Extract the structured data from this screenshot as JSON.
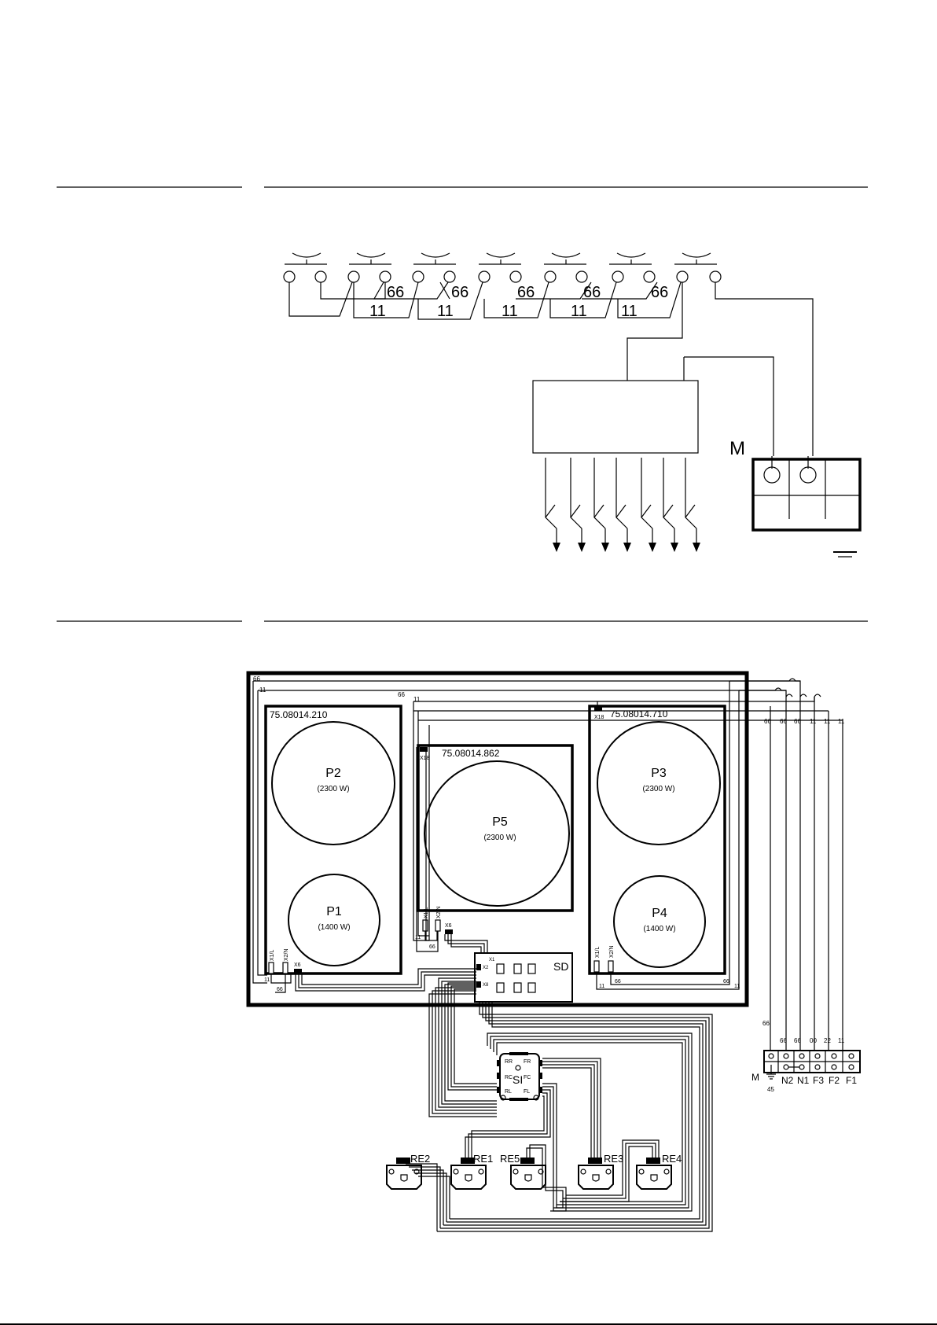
{
  "schematic": {
    "bridge_labels_66": [
      "66",
      "66",
      "66",
      "66",
      "66"
    ],
    "bridge_labels_11": [
      "11",
      "11",
      "11",
      "11",
      "11"
    ],
    "terminal_block_label": "M"
  },
  "wiring": {
    "modules": {
      "left": "75.08014.210",
      "center": "75.08014.862",
      "right": "75.08014.710"
    },
    "zones": {
      "p1": {
        "name": "P1",
        "power": "(1400 W)"
      },
      "p2": {
        "name": "P2",
        "power": "(2300 W)"
      },
      "p3": {
        "name": "P3",
        "power": "(2300 W)"
      },
      "p4": {
        "name": "P4",
        "power": "(1400 W)"
      },
      "p5": {
        "name": "P5",
        "power": "(2300 W)"
      }
    },
    "connectors": {
      "x1l": "X1/L",
      "x2n": "X2/N",
      "x6": "X6",
      "x18": "X18",
      "x1": "X1",
      "x2": "X2",
      "x8": "X8"
    },
    "display_board": "SD",
    "sensor_board": {
      "name": "SI",
      "pins": [
        "RR",
        "FR",
        "RC",
        "FC",
        "RL",
        "FL"
      ]
    },
    "sensors": [
      "RE2",
      "RE1",
      "RE5",
      "RE3",
      "RE4"
    ],
    "wire_codes": {
      "frame_66": "66",
      "frame_11": "11",
      "top_66": "66",
      "top_11": "11",
      "x18_11": "11",
      "x18_66": "66",
      "bottom_66": "66",
      "bottom_11": "11",
      "vertical": [
        "66",
        "66",
        "66",
        "11",
        "11",
        "11"
      ]
    },
    "mains_block": {
      "label": "M",
      "top_codes": [
        "66",
        "66",
        "00",
        "22",
        "11"
      ],
      "left_code": "66",
      "terminals": [
        "N2",
        "N1",
        "F3",
        "F2",
        "F1"
      ],
      "earth_code": "45"
    }
  }
}
